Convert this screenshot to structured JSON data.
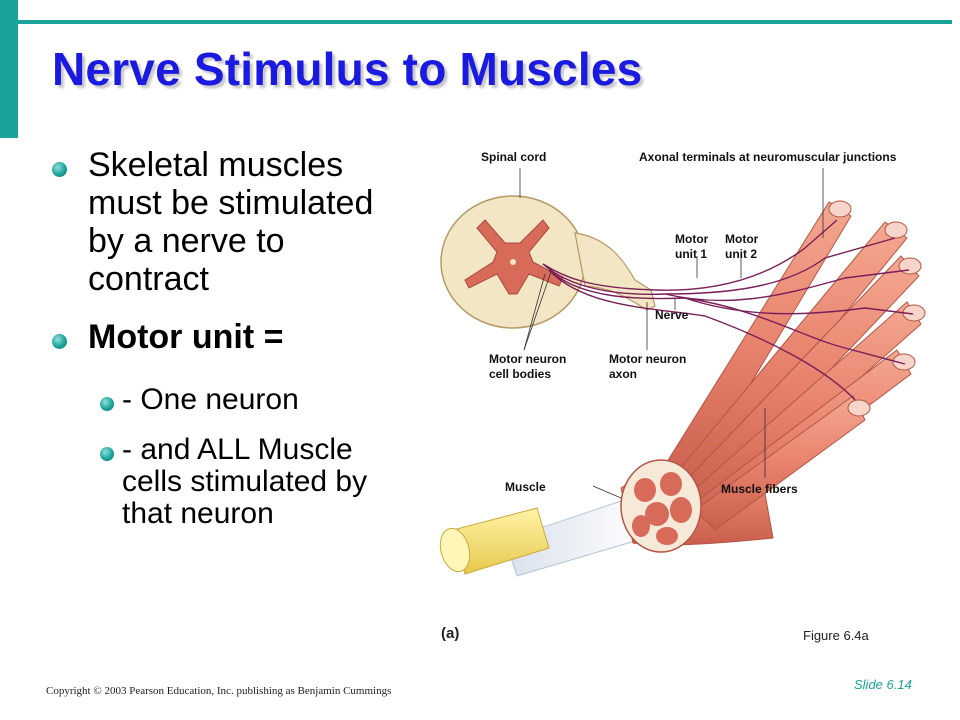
{
  "slide": {
    "title": "Nerve Stimulus to Muscles",
    "bullets": [
      {
        "text": "Skeletal muscles must be stimulated by a nerve to contract"
      },
      {
        "text": "Motor unit ="
      }
    ],
    "sub_bullets": [
      {
        "text": "- One neuron"
      },
      {
        "text": "- and ALL Muscle cells stimulated by that neuron"
      }
    ]
  },
  "figure": {
    "labels": {
      "spinal_cord": "Spinal cord",
      "axonal_terminals": "Axonal terminals at neuromuscular junctions",
      "motor_unit_1": "Motor\nunit 1",
      "motor_unit_2": "Motor\nunit 2",
      "nerve": "Nerve",
      "motor_neuron_cell_bodies": "Motor neuron\ncell bodies",
      "motor_neuron_axon": "Motor neuron\naxon",
      "muscle": "Muscle",
      "muscle_fibers": "Muscle fibers"
    },
    "panel_label": "(a)",
    "figure_ref": "Figure 6.4a"
  },
  "footer": {
    "copyright": "Copyright © 2003 Pearson Education, Inc. publishing as Benjamin Cummings",
    "slide_number": "Slide 6.14"
  },
  "colors": {
    "accent": "#1aa39a",
    "title": "#1a1ae0",
    "muscle": "#e8826d",
    "gray_matter": "#d86a5a",
    "white_matter": "#f3e6c4",
    "nerve": "#7a1f5a"
  }
}
